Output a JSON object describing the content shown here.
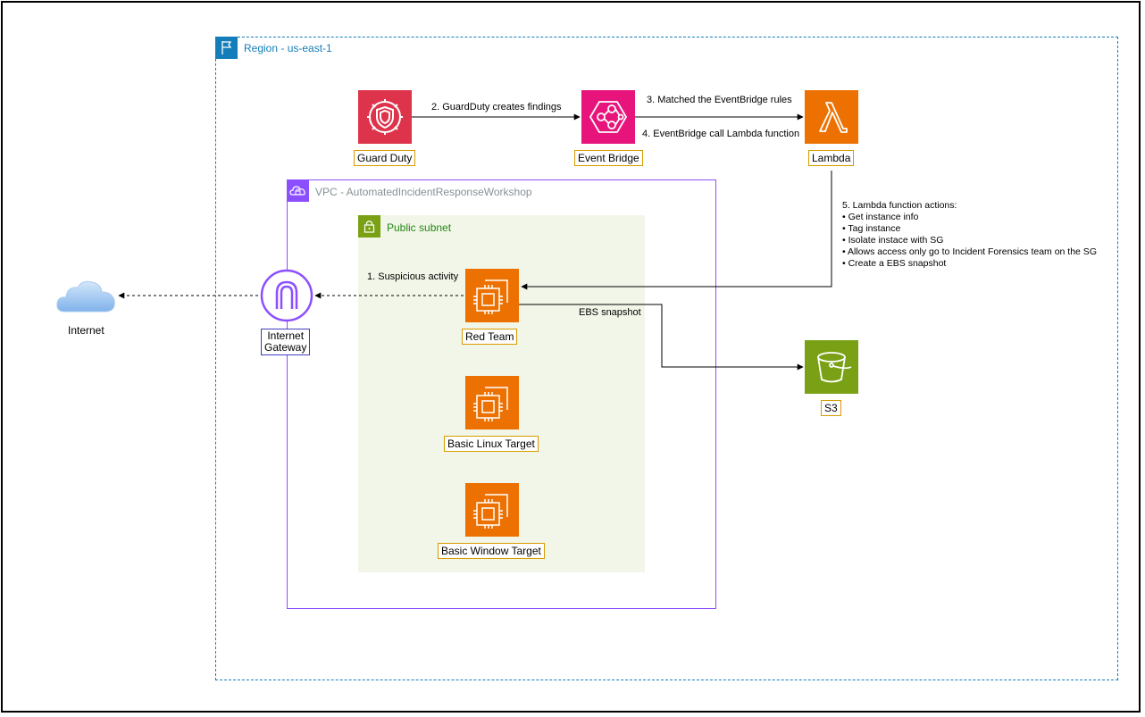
{
  "region": {
    "label": "Region - us-east-1",
    "icon": "flag-icon",
    "color": "#147eba"
  },
  "vpc": {
    "label": "VPC - AutomatedIncidentResponseWorkshop",
    "icon": "cloud-lock-icon",
    "color": "#8c4fff"
  },
  "subnet": {
    "label": "Public subnet",
    "icon": "padlock-icon",
    "color": "#7aa116"
  },
  "services": {
    "guardduty": {
      "label": "Guard Duty",
      "icon": "guardduty-shield-gear-icon",
      "color": "#dd344c"
    },
    "eventbridge": {
      "label": "Event Bridge",
      "icon": "eventbridge-icon",
      "color": "#e7157b"
    },
    "lambda": {
      "label": "Lambda",
      "icon": "lambda-icon",
      "color": "#ed7100"
    },
    "s3": {
      "label": "S3",
      "icon": "s3-bucket-icon",
      "color": "#7aa116"
    },
    "red_team": {
      "label": "Red Team",
      "icon": "ec2-instance-icon",
      "color": "#ed7100"
    },
    "linux_target": {
      "label": "Basic Linux Target",
      "icon": "ec2-instance-icon",
      "color": "#ed7100"
    },
    "window_target": {
      "label": "Basic Window Target",
      "icon": "ec2-instance-icon",
      "color": "#ed7100"
    },
    "igw": {
      "label_line1": "Internet",
      "label_line2": "Gateway",
      "icon": "internet-gateway-icon",
      "color": "#8c4fff"
    },
    "internet": {
      "label": "Internet",
      "icon": "cloud-icon"
    }
  },
  "steps": {
    "step1": "1. Suspicious activity",
    "step2": "2. GuardDuty creates findings",
    "step3": "3. Matched the EventBridge rules",
    "step4": "4. EventBridge call Lambda function",
    "step5_title": "5. Lambda function actions:",
    "step5_items": [
      "• Get instance info",
      "• Tag instance",
      "• Isolate instace with SG",
      "• Allows access only go to Incident Forensics team on the SG",
      "• Create a EBS snapshot"
    ],
    "ebs": "EBS snapshot"
  }
}
